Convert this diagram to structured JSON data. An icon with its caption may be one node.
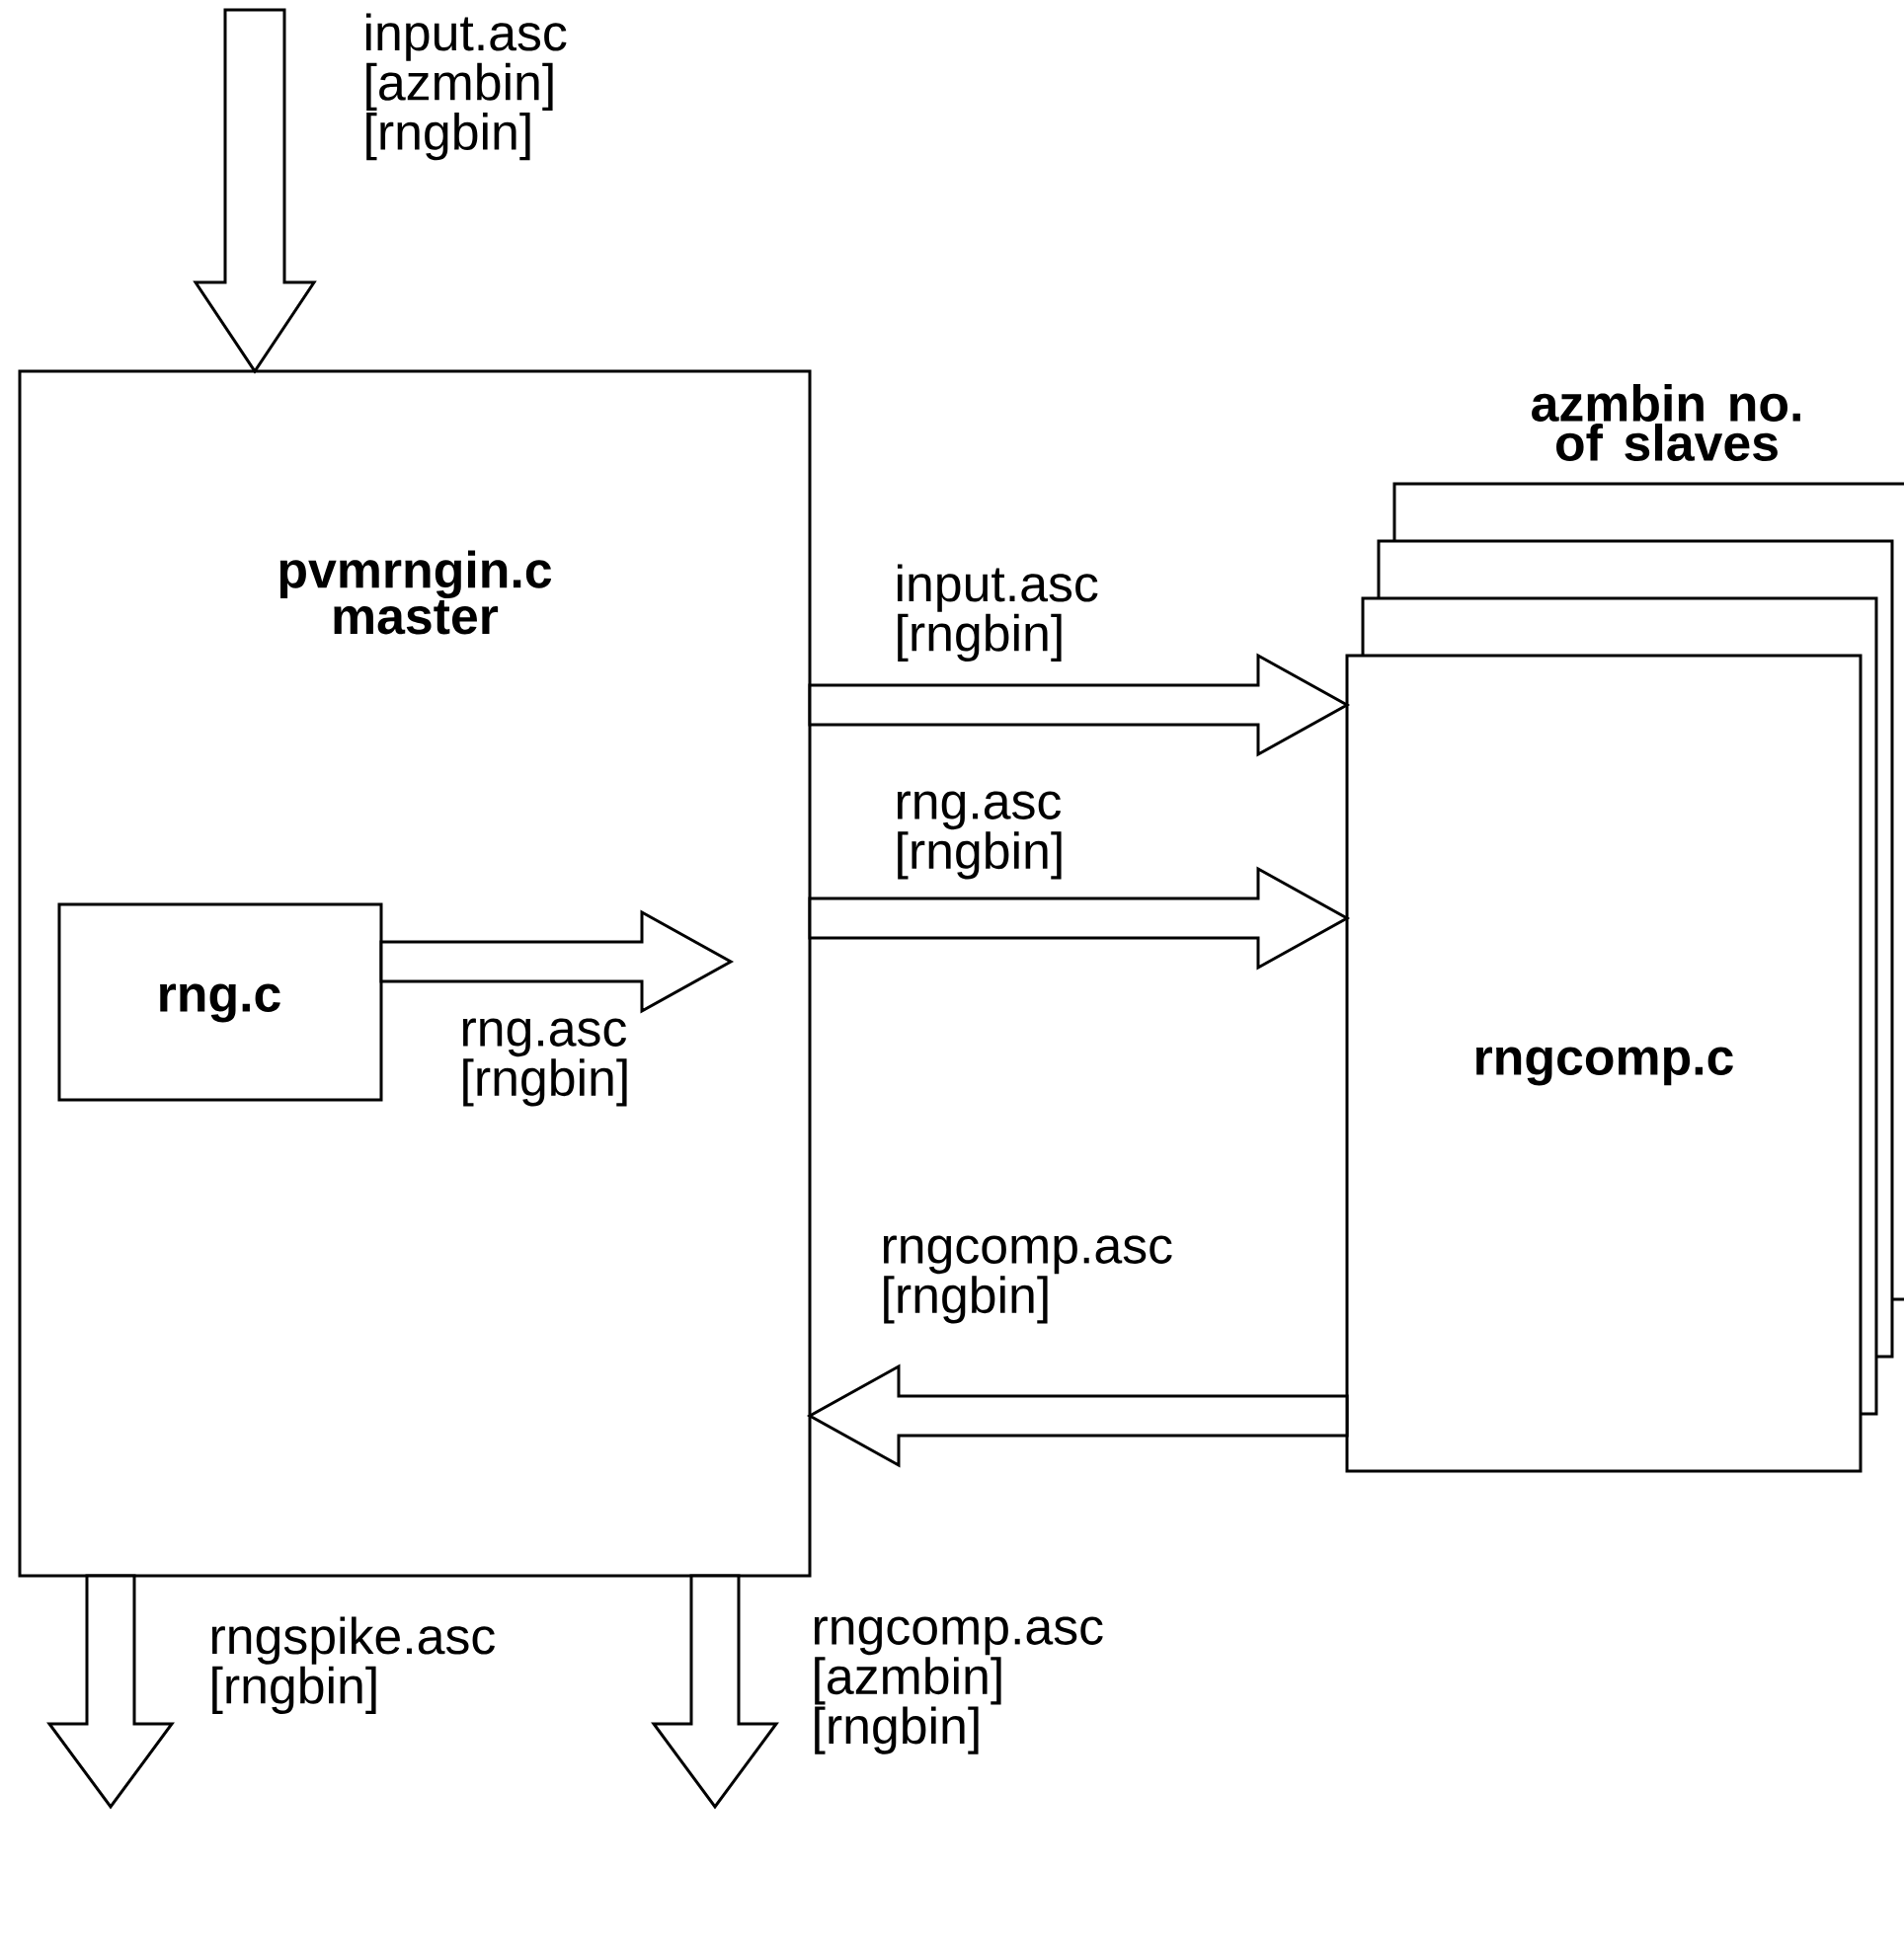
{
  "diagram": {
    "nodes": [
      {
        "text": [
          "pvmrngin.c master"
        ]
      },
      {
        "text": [
          "rng.c"
        ],
        "in": 0
      },
      {
        "text": [
          "azmbin no. of slaves",
          "rngcomp.c"
        ]
      }
    ],
    "edges": [
      {
        "from": null,
        "to": 0,
        "arrow": "to",
        "label": "input.asc [azmbin] [rngbin]"
      },
      {
        "from": 1,
        "to": null,
        "arrow": "to",
        "label": "rng.asc [rngbin]"
      },
      {
        "from": 0,
        "to": 2,
        "arrow": "to",
        "label": "input.asc [rngbin]"
      },
      {
        "from": 0,
        "to": 2,
        "arrow": "to",
        "label": "rng.asc [rngbin]"
      },
      {
        "from": 2,
        "to": 0,
        "arrow": "to",
        "label": "rngcomp.asc [rngbin]"
      },
      {
        "from": 0,
        "to": null,
        "arrow": "to",
        "label": "rngspike.asc [rngbin]"
      },
      {
        "from": 0,
        "to": null,
        "arrow": "to",
        "label": "rngcomp.asc [azmbin] [rngbin]"
      }
    ]
  }
}
